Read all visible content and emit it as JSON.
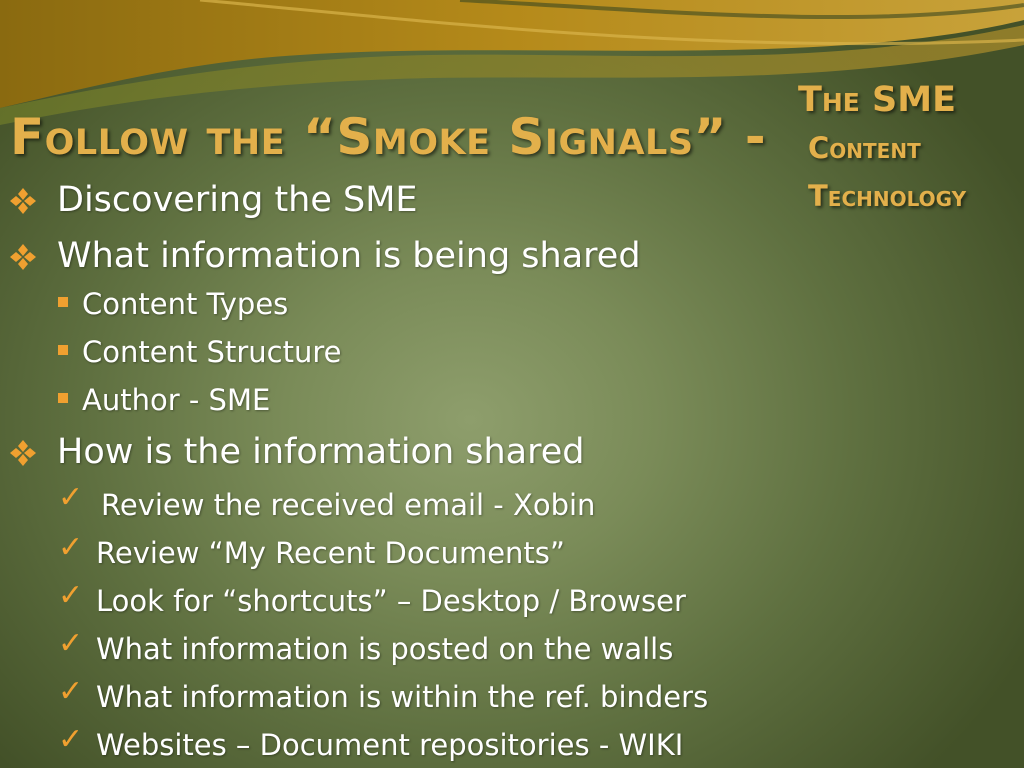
{
  "slide": {
    "title": "Follow the “Smoke Signals” -",
    "subtitle_lines": [
      "The SME",
      "Content",
      "Technology"
    ],
    "level1": [
      "Discovering the SME",
      "What information is being shared",
      "How is the information shared"
    ],
    "shared_items": [
      "Content Types",
      "Content Structure",
      "Author - SME"
    ],
    "how_items": [
      "Review the received email - Xobin",
      "Review “My Recent Documents”",
      "Look for “shortcuts” – Desktop / Browser",
      "What information is posted on the walls",
      "What information is within the ref. binders",
      "Websites – Document repositories - WIKI"
    ]
  },
  "colors": {
    "accent": "#e3b04b",
    "bullet": "#f0a030",
    "text": "#ffffff",
    "background": "#7a8b58"
  },
  "icons": {
    "level1": "diamond-bullet-icon",
    "level2": "square-bullet-icon",
    "level3": "checkmark-icon"
  }
}
